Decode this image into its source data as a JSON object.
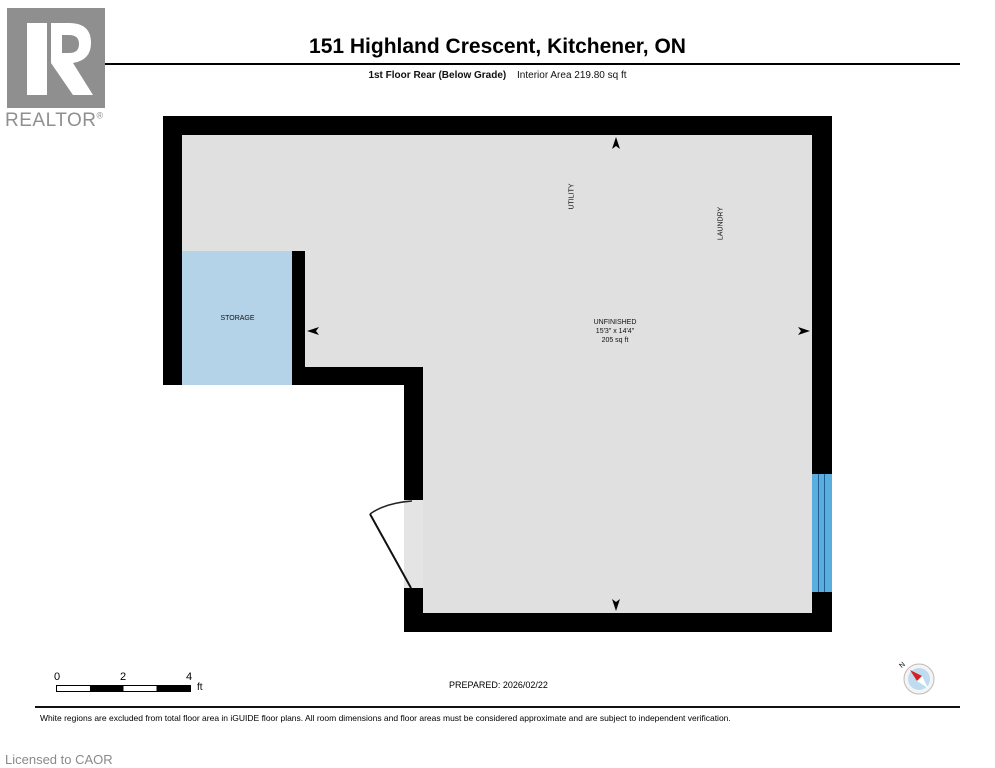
{
  "logo": {
    "icon": "realtor-r-logo",
    "text": "REALTOR",
    "mark": "®"
  },
  "header": {
    "title": "151 Highland Crescent, Kitchener, ON",
    "floor_name": "1st Floor Rear (Below Grade)",
    "interior_area": "Interior Area 219.80 sq ft"
  },
  "rooms": [
    {
      "name": "STORAGE"
    },
    {
      "name": "UNFINISHED",
      "dimensions": "15'3\" x 14'4\"",
      "area": "205 sq ft"
    },
    {
      "name": "UTILITY"
    },
    {
      "name": "LAUNDRY"
    }
  ],
  "scale_bar": {
    "ticks": [
      "0",
      "2",
      "4"
    ],
    "unit": "ft"
  },
  "prepared": "PREPARED: 2026/02/22",
  "compass": {
    "label": "N",
    "icon": "compass-icon"
  },
  "disclaimer": "White regions are excluded from total floor area in iGUIDE floor plans. All room dimensions and floor areas must be considered approximate and are subject to independent verification.",
  "watermark": "Licensed to CAOR",
  "colors": {
    "wall": "#000000",
    "floor": "#e0e0e0",
    "storage": "#b4d3e8",
    "window": "#5aaedd",
    "compass_needle": "#d42020"
  }
}
